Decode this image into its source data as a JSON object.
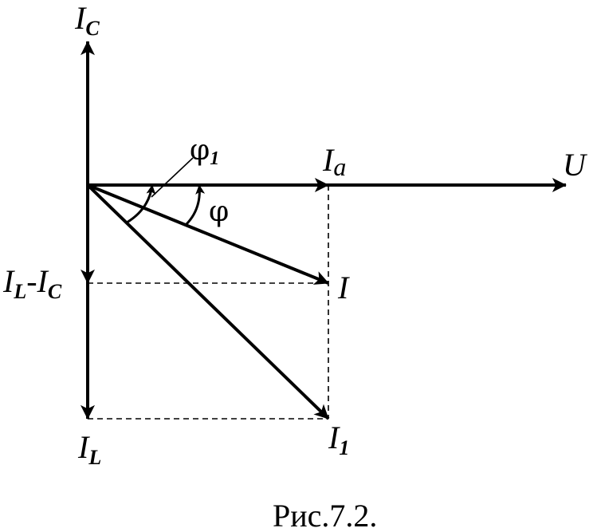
{
  "labels": {
    "ic_main": "I",
    "ic_sub": "C",
    "u": "U",
    "ia_main": "I",
    "ia_sub": "a",
    "phi1_main": "φ",
    "phi1_sub": "1",
    "phi": "φ",
    "i": "I",
    "i1_main": "I",
    "i1_sub": "1",
    "ilic_main1": "I",
    "ilic_sub1": "L",
    "ilic_dash": "-",
    "ilic_main2": "I",
    "ilic_sub2": "C",
    "il_main": "I",
    "il_sub": "L"
  },
  "caption": "Рис.7.2."
}
